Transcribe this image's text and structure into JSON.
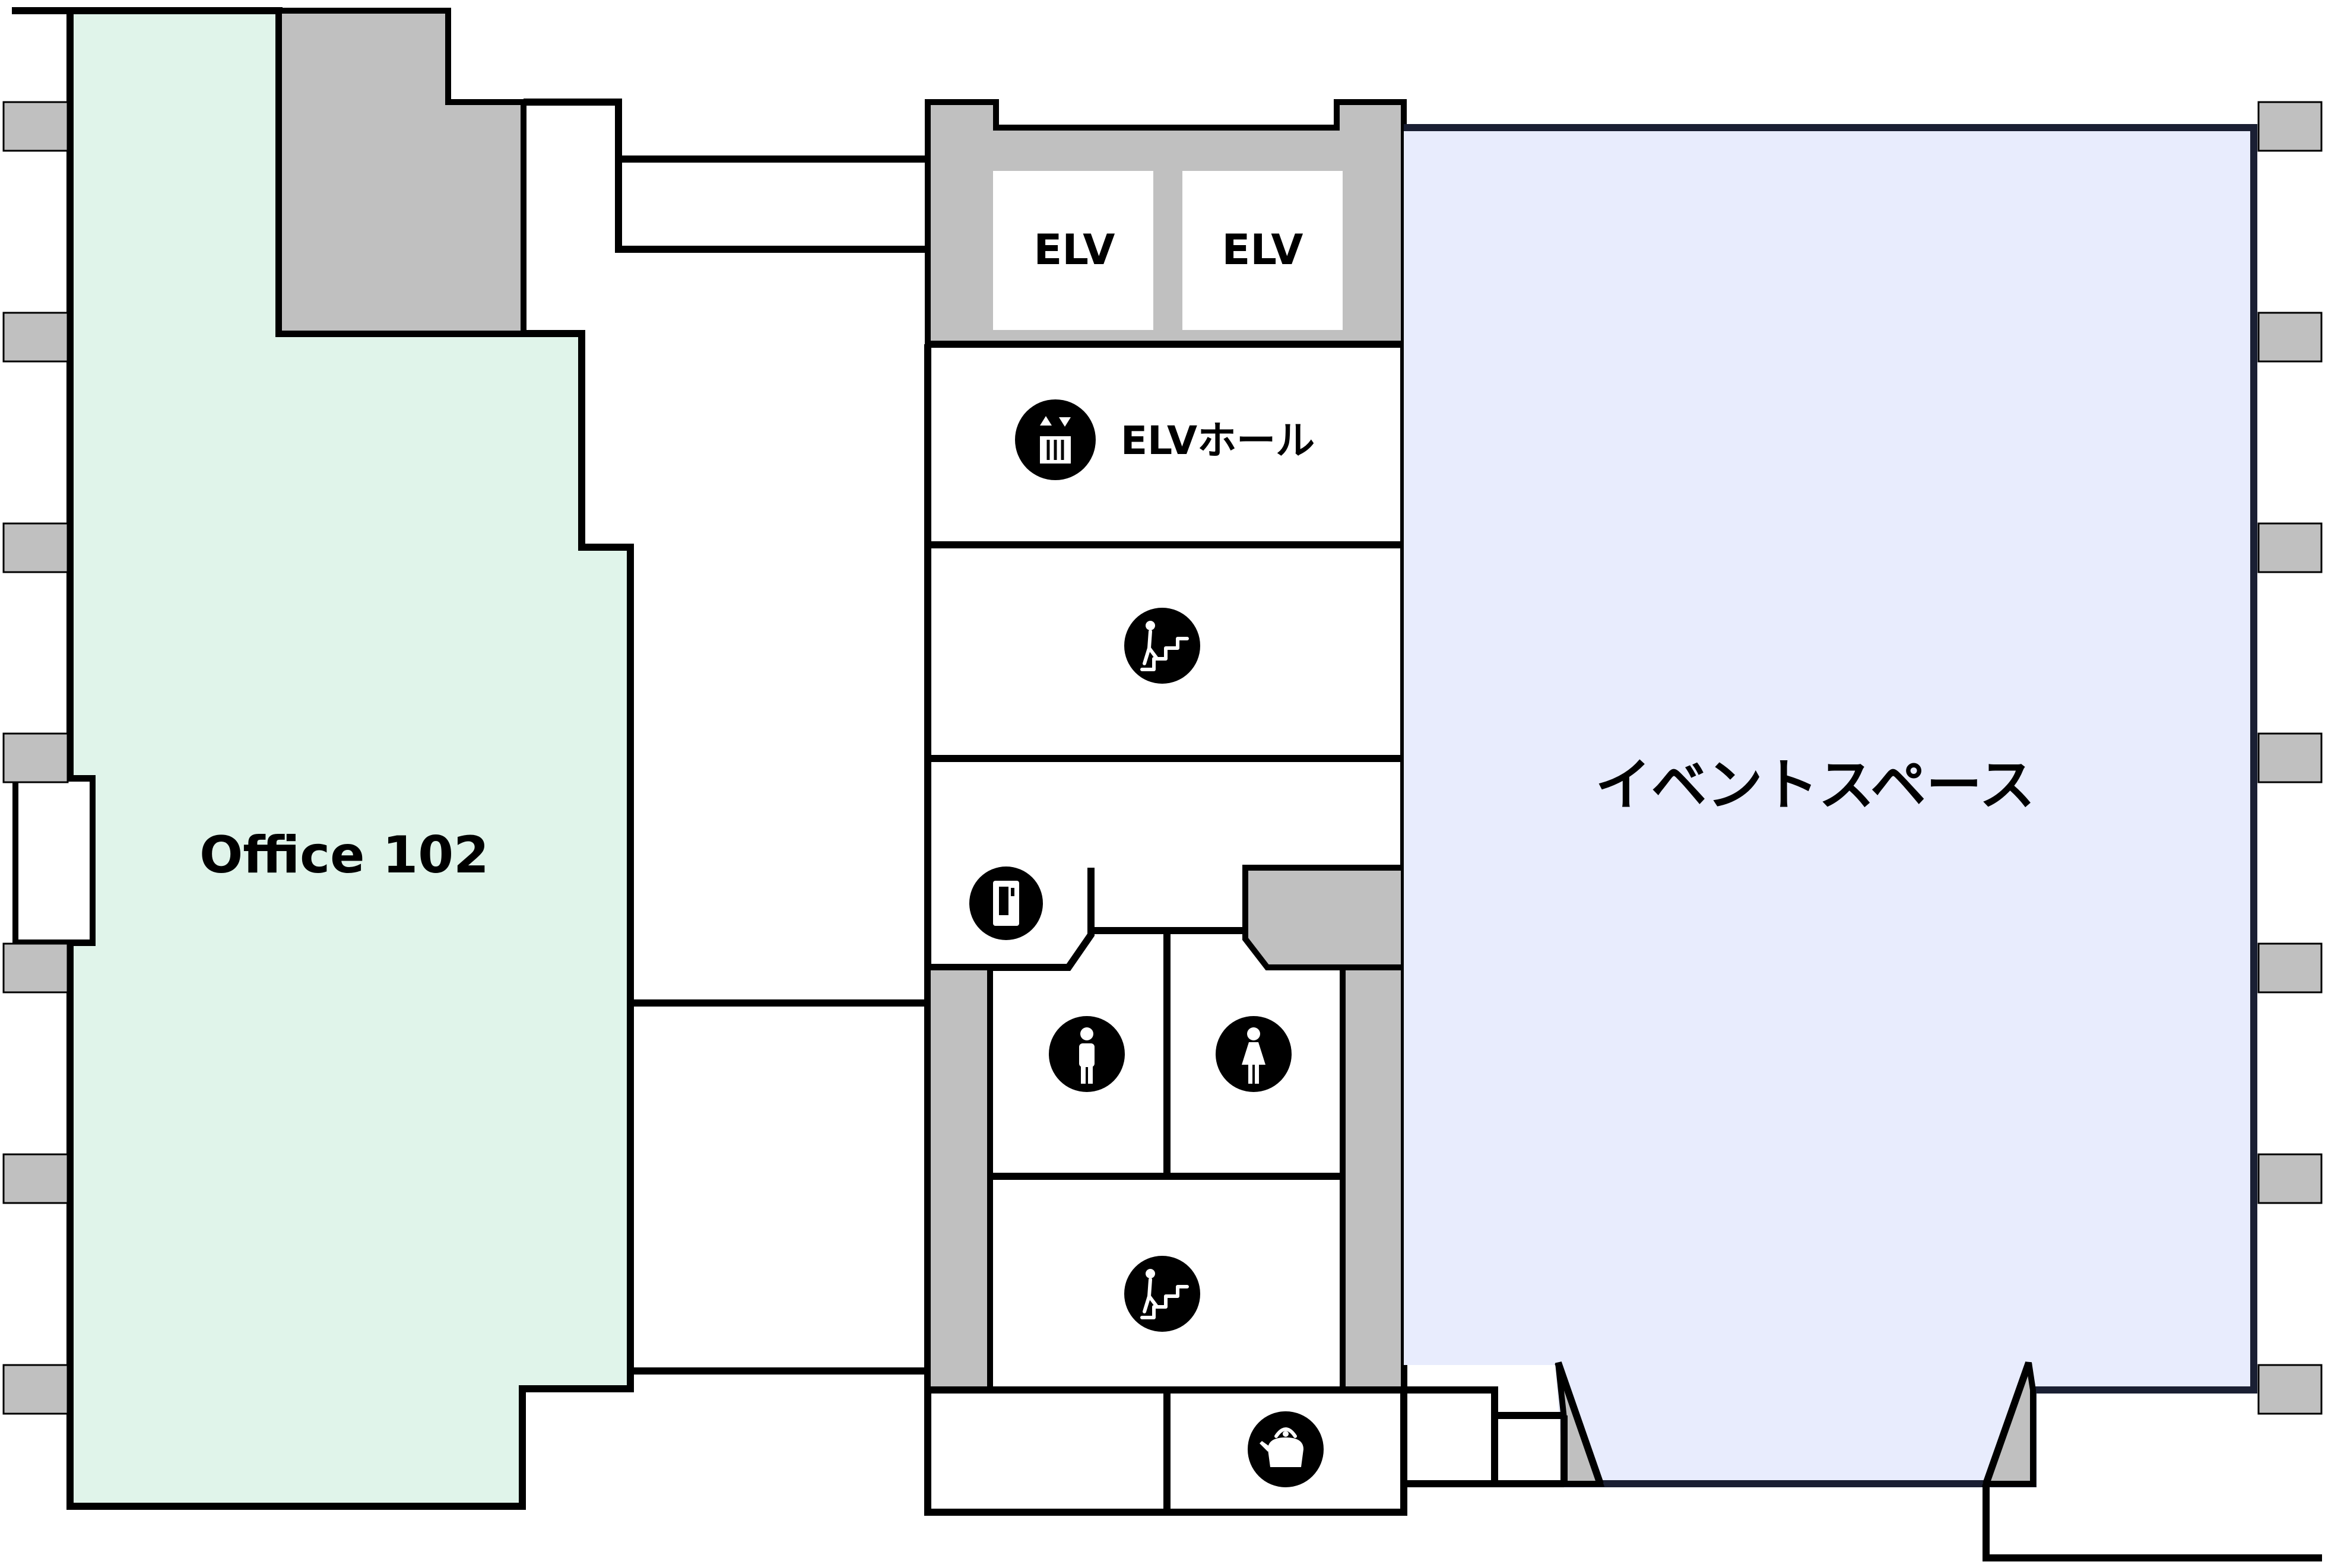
{
  "rooms": {
    "office": {
      "label": "Office 102",
      "color": "#e0f4ea"
    },
    "event_space": {
      "label": "イベントスペース",
      "color": "#e8ecfd"
    },
    "elevator_1": {
      "label": "ELV"
    },
    "elevator_2": {
      "label": "ELV"
    },
    "elevator_hall": {
      "label": "ELVホール"
    }
  },
  "icons": [
    "elevator-icon",
    "stairs-icon",
    "vending-machine-icon",
    "mens-restroom-icon",
    "womens-restroom-icon",
    "stairs-icon",
    "kettle-icon"
  ],
  "colors": {
    "wall": "#000000",
    "core": "#c0c0c0",
    "pillar": "#c0c0c0",
    "background": "#ffffff"
  }
}
